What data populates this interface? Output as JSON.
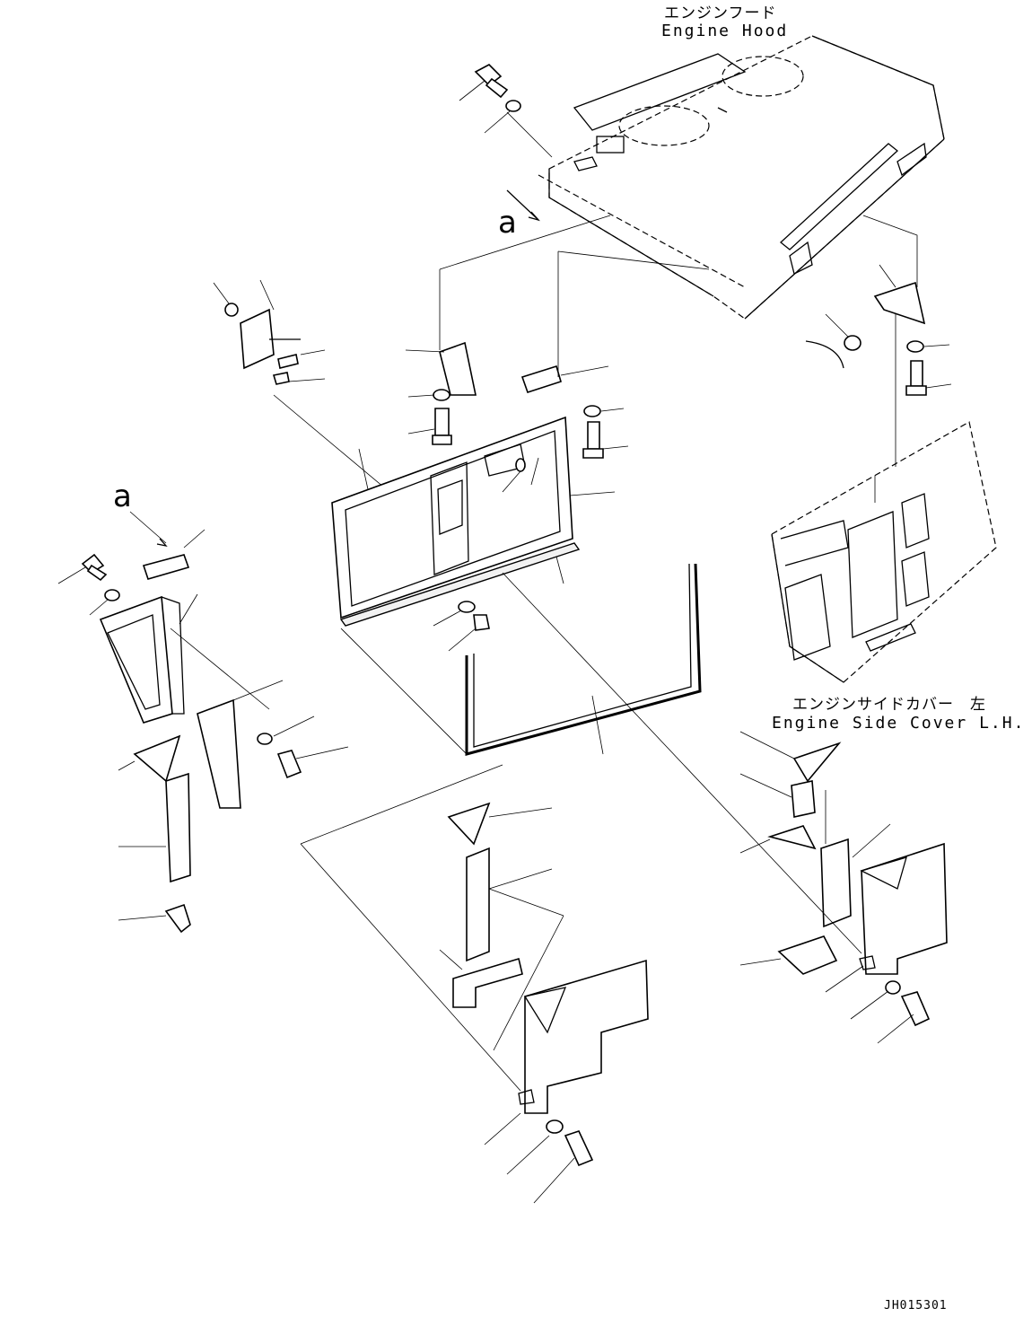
{
  "labels": {
    "engine_hood_jp": "エンジンフード",
    "engine_hood_en": "Engine Hood",
    "side_cover_jp": "エンジンサイドカバー　左",
    "side_cover_en": "Engine Side Cover L.H.",
    "callout_top": "a",
    "callout_left": "a",
    "drawing_code": "JH015301"
  }
}
